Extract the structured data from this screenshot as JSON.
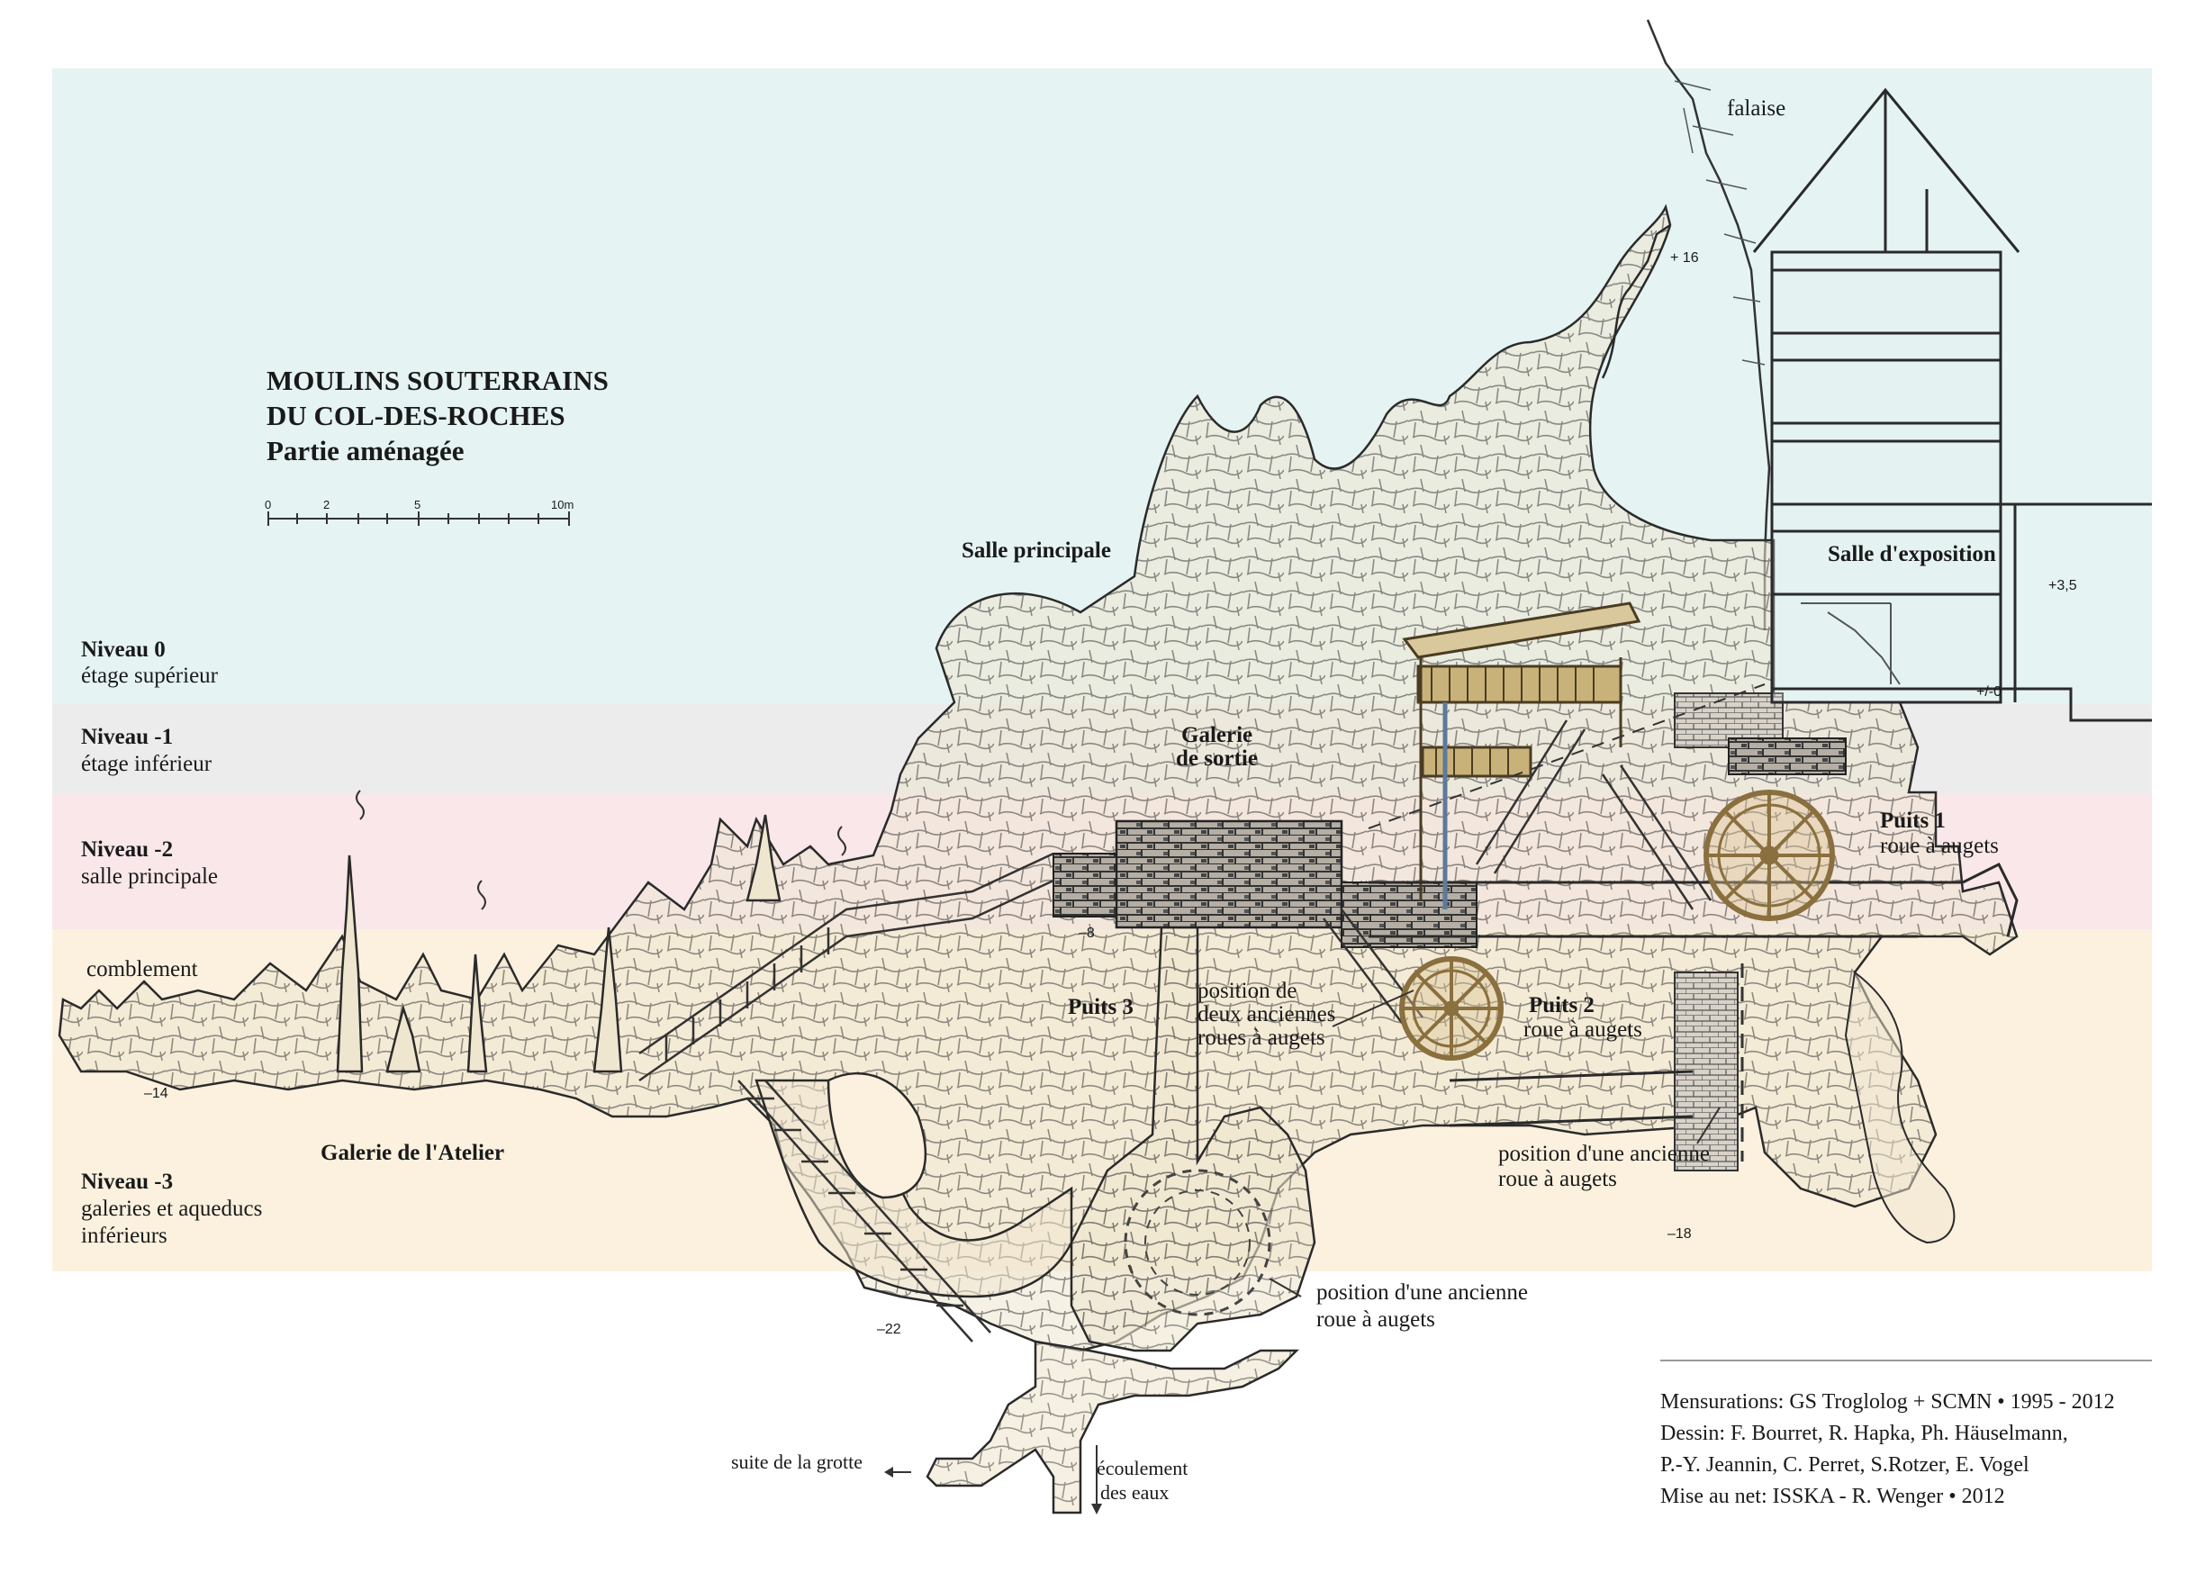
{
  "colors": {
    "level0": "#e5f3f3",
    "level_minus1": "#ececec",
    "level_minus2": "#f9e7ea",
    "level_minus3": "#fbf1de",
    "rock_fill": "#efe6cf",
    "line": "#2a2a2a",
    "wheel": "#b99a63",
    "pipe": "#5d7a9a"
  },
  "title": {
    "line1": "MOULINS SOUTERRAINS",
    "line2": "DU COL-DES-ROCHES",
    "line3": "Partie aménagée"
  },
  "scale": {
    "ticks": [
      "0",
      "2",
      "5",
      "10m"
    ]
  },
  "levels": [
    {
      "name": "Niveau 0",
      "desc": "étage supérieur"
    },
    {
      "name": "Niveau -1",
      "desc": "étage inférieur"
    },
    {
      "name": "Niveau -2",
      "desc": "salle principale"
    },
    {
      "name": "Niveau -3",
      "desc": "galeries et aqueducs",
      "desc2": "inférieurs"
    }
  ],
  "labels": {
    "falaise": "falaise",
    "salle_principale": "Salle principale",
    "salle_exposition": "Salle d'exposition",
    "galerie_sortie_1": "Galerie",
    "galerie_sortie_2": "de sortie",
    "puits1": "Puits 1",
    "puits1_desc": "roue à augets",
    "puits2": "Puits 2",
    "puits2_desc": "roue à augets",
    "puits3": "Puits 3",
    "deux_anciennes_1": "position de",
    "deux_anciennes_2": "deux anciennes",
    "deux_anciennes_3": "roues à augets",
    "ancienne_a_1": "position d'une ancienne",
    "ancienne_a_2": "roue à augets",
    "ancienne_b_1": "position d'une ancienne",
    "ancienne_b_2": "roue à augets",
    "comblement": "comblement",
    "galerie_atelier": "Galerie de l'Atelier",
    "suite_grotte": "suite de la grotte",
    "ecoulement_1": "écoulement",
    "ecoulement_2": "des eaux"
  },
  "elevations": {
    "plus16": "+ 16",
    "plus3_5": "+3,5",
    "plusminus0": "+/-0",
    "minus8": "–8",
    "minus14": "–14",
    "minus18": "–18",
    "minus22": "–22"
  },
  "credits": [
    "Mensurations: GS Troglolog + SCMN • 1995 - 2012",
    "Dessin: F. Bourret, R. Hapka, Ph. Häuselmann,",
    "P.-Y. Jeannin, C. Perret, S.Rotzer, E. Vogel",
    "Mise au net: ISSKA - R. Wenger • 2012"
  ]
}
